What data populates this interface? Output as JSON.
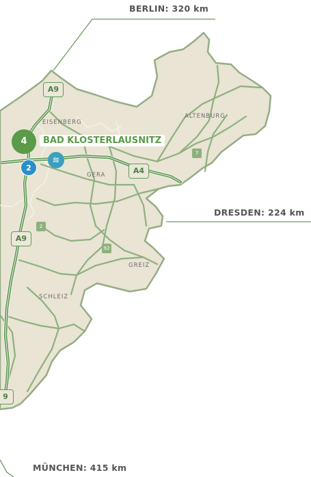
{
  "distances": {
    "berlin": "BERLIN: 320 km",
    "dresden": "DRESDEN: 224 km",
    "muenchen": "MÜNCHEN: 415 km"
  },
  "cities": {
    "eisenberg": "EISENBERG",
    "altenburg": "ALTENBURG",
    "gera": "GERA",
    "greiz": "GREIZ",
    "schleiz": "SCHLEIZ"
  },
  "destination": {
    "label": "BAD KLOSTERLAUSNITZ",
    "pin_number": "4"
  },
  "markers": {
    "exit_number": "2",
    "spa_icon": "wave-icon"
  },
  "road_shields": {
    "a9_top": "A9",
    "a4": "A4",
    "a9_middle": "A9",
    "a9_bottom": "9",
    "b7": "7",
    "b2": "2",
    "b92": "92"
  },
  "colors": {
    "land": "#e9e4d4",
    "border": "#94ad85",
    "motorway": "#5f9a55",
    "destination_green": "#5a9a48",
    "exit_blue": "#2a8fc8",
    "spa_blue": "#3aa0bd",
    "leader_line": "#6a9a5e"
  }
}
